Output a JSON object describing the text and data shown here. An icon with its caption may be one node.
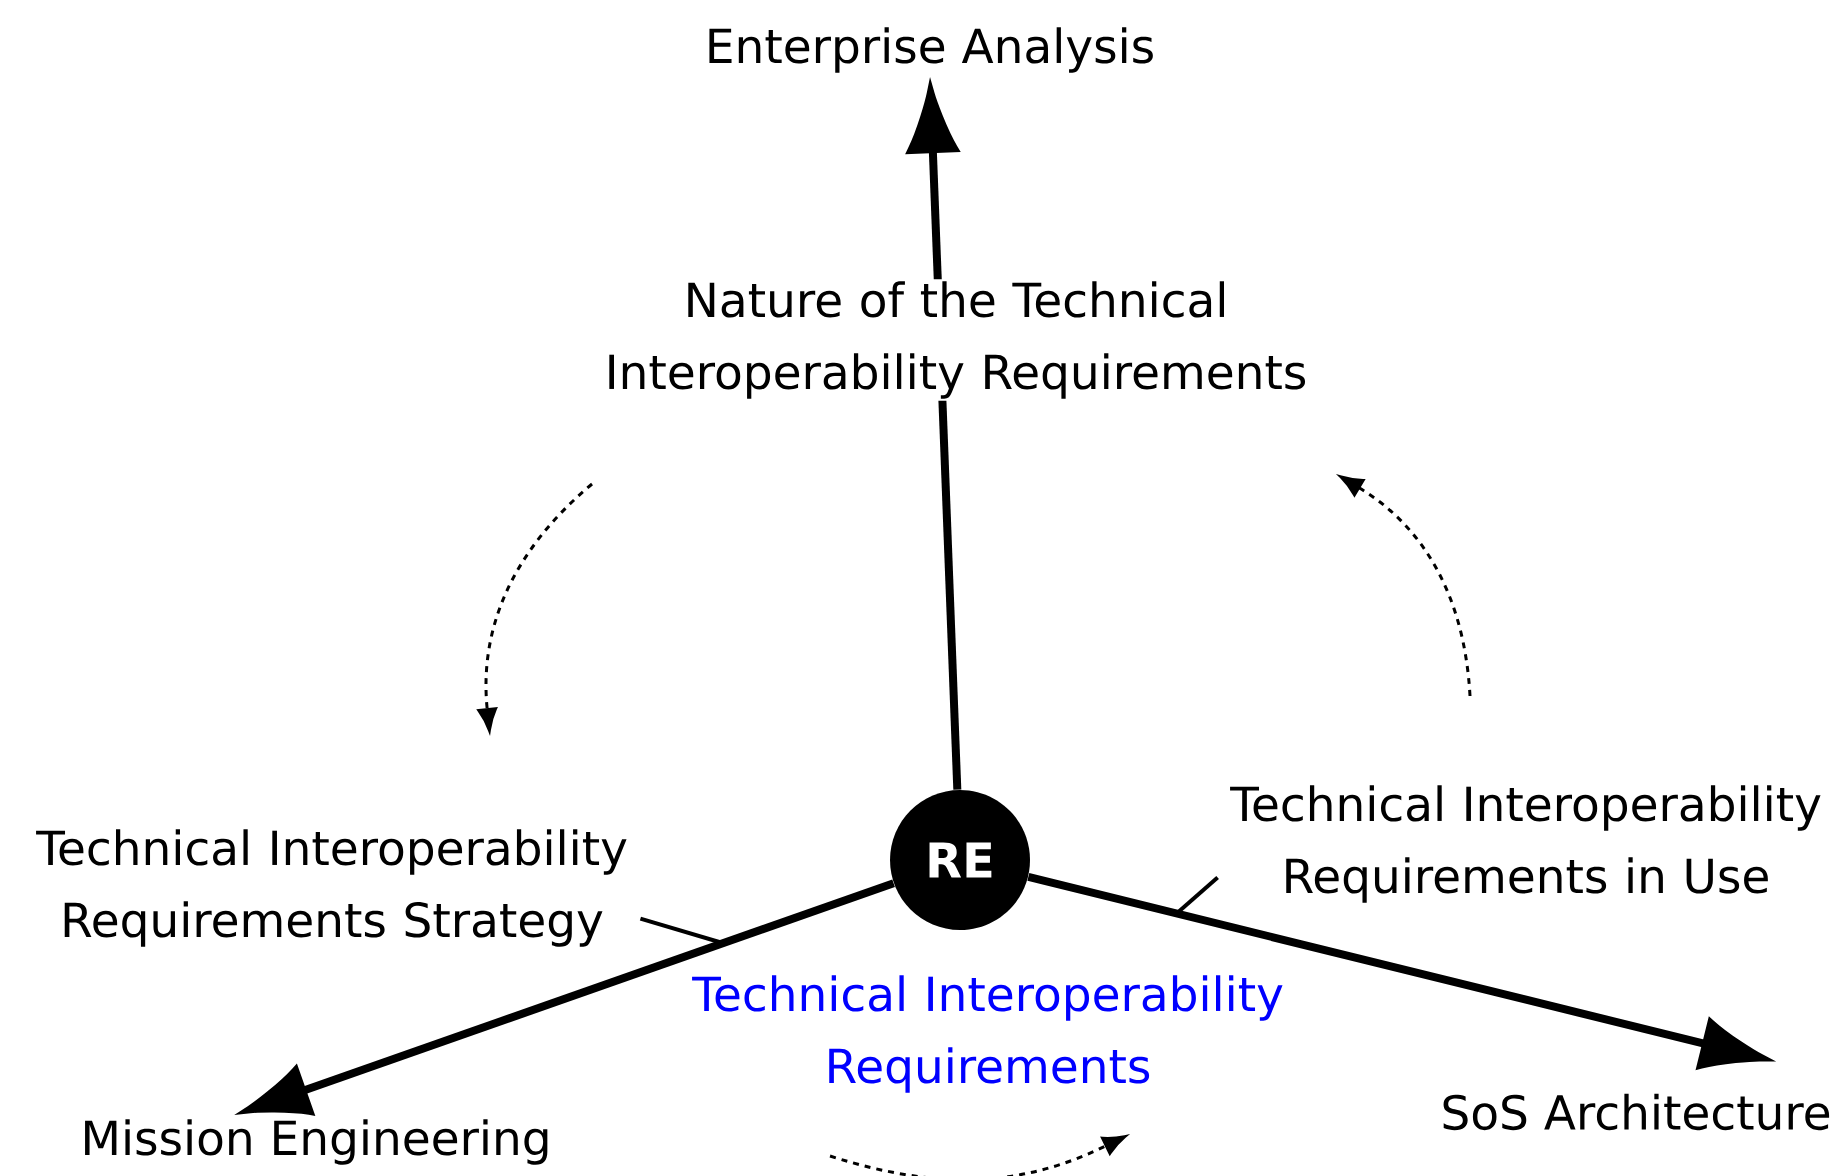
{
  "diagram": {
    "nodes": [
      {
        "text": [
          "RE"
        ]
      },
      {
        "text": [
          "Enterprise Analysis"
        ]
      },
      {
        "text": [
          "Mission Engineering"
        ]
      },
      {
        "text": [
          "SoS Architecture"
        ]
      },
      {
        "text": [
          "Technical Interoperability Requirements Strategy"
        ]
      },
      {
        "text": [
          "Technical Interoperability Requirements in Use"
        ]
      }
    ],
    "edges": [
      {
        "from": 0,
        "to": 1,
        "arrow": "to"
      },
      {
        "from": 0,
        "to": 2,
        "arrow": "to"
      },
      {
        "from": 0,
        "to": 3,
        "arrow": "to"
      },
      {
        "from": 4,
        "to": null,
        "arrow": "none"
      },
      {
        "from": 5,
        "to": null,
        "arrow": "none"
      }
    ],
    "labels": [
      "Nature of the Technical Interoperability Requirements",
      "Technical Interoperability Requirements"
    ]
  }
}
